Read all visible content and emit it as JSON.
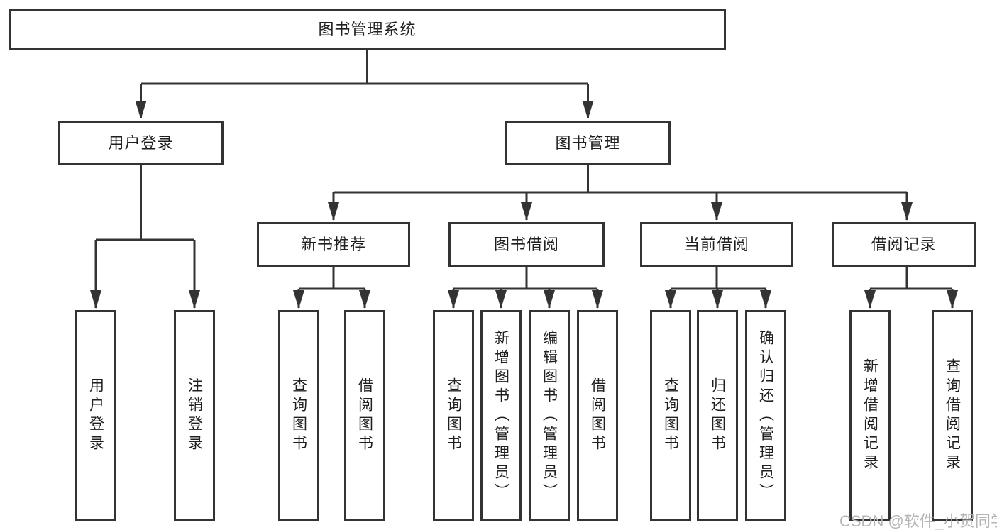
{
  "nodes": {
    "root": {
      "label": "图书管理系统"
    },
    "user_login": {
      "label": "用户登录"
    },
    "book_mgmt": {
      "label": "图书管理"
    },
    "new_book_rec": {
      "label": "新书推荐"
    },
    "book_borrow": {
      "label": "图书借阅"
    },
    "current_borrow": {
      "label": "当前借阅"
    },
    "borrow_record": {
      "label": "借阅记录"
    },
    "leaf_user_login": {
      "label": "用户登录"
    },
    "leaf_logout": {
      "label": "注销登录"
    },
    "leaf_query_book_rec": {
      "label": "查询图书"
    },
    "leaf_borrow_book_rec": {
      "label": "借阅图书"
    },
    "leaf_query_book": {
      "label": "查询图书"
    },
    "leaf_add_book": {
      "label": "新增图书（管理员）"
    },
    "leaf_edit_book": {
      "label": "编辑图书（管理员）"
    },
    "leaf_borrow_book": {
      "label": "借阅图书"
    },
    "leaf_query_current": {
      "label": "查询图书"
    },
    "leaf_return_book": {
      "label": "归还图书"
    },
    "leaf_confirm_return": {
      "label": "确认归还（管理员）"
    },
    "leaf_add_record": {
      "label": "新增借阅记录"
    },
    "leaf_query_record": {
      "label": "查询借阅记录"
    }
  },
  "watermark": {
    "text": "CSDN @软件_小贺同学"
  },
  "colors": {
    "line": "#333333",
    "text": "#1f1f1f",
    "box_bg": "#ffffff",
    "watermark": "#b5b5b5",
    "background": "#ffffff"
  }
}
